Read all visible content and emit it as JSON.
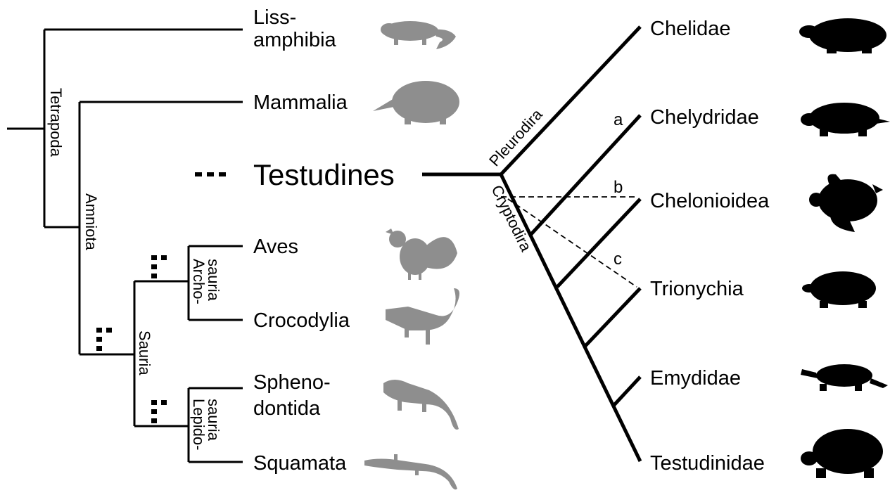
{
  "left_tree": {
    "taxa": {
      "lissamphibia_1": "Liss-",
      "lissamphibia_2": "amphibia",
      "mammalia": "Mammalia",
      "testudines": "Testudines",
      "aves": "Aves",
      "crocodylia": "Crocodylia",
      "sphenodontida_1": "Spheno-",
      "sphenodontida_2": "dontida",
      "squamata": "Squamata"
    },
    "clades": {
      "tetrapoda": "Tetrapoda",
      "amniota": "Amniota",
      "sauria": "Sauria",
      "archosauria_1": "Archo-",
      "archosauria_2": "sauria",
      "lepidosauria_1": "Lepido-",
      "lepidosauria_2": "sauria"
    }
  },
  "right_tree": {
    "clades": {
      "pleurodira": "Pleurodira",
      "cryptodira": "Cryptodira"
    },
    "taxa": {
      "chelidae": "Chelidae",
      "chelydridae": "Chelydridae",
      "chelonioidea": "Chelonioidea",
      "trionychia": "Trionychia",
      "emydidae": "Emydidae",
      "testudinidae": "Testudinidae"
    },
    "markers": {
      "a": "a",
      "b": "b",
      "c": "c"
    }
  },
  "colors": {
    "line": "#000000",
    "silhouette_grey": "#8e8e8e",
    "silhouette_black": "#000000"
  }
}
